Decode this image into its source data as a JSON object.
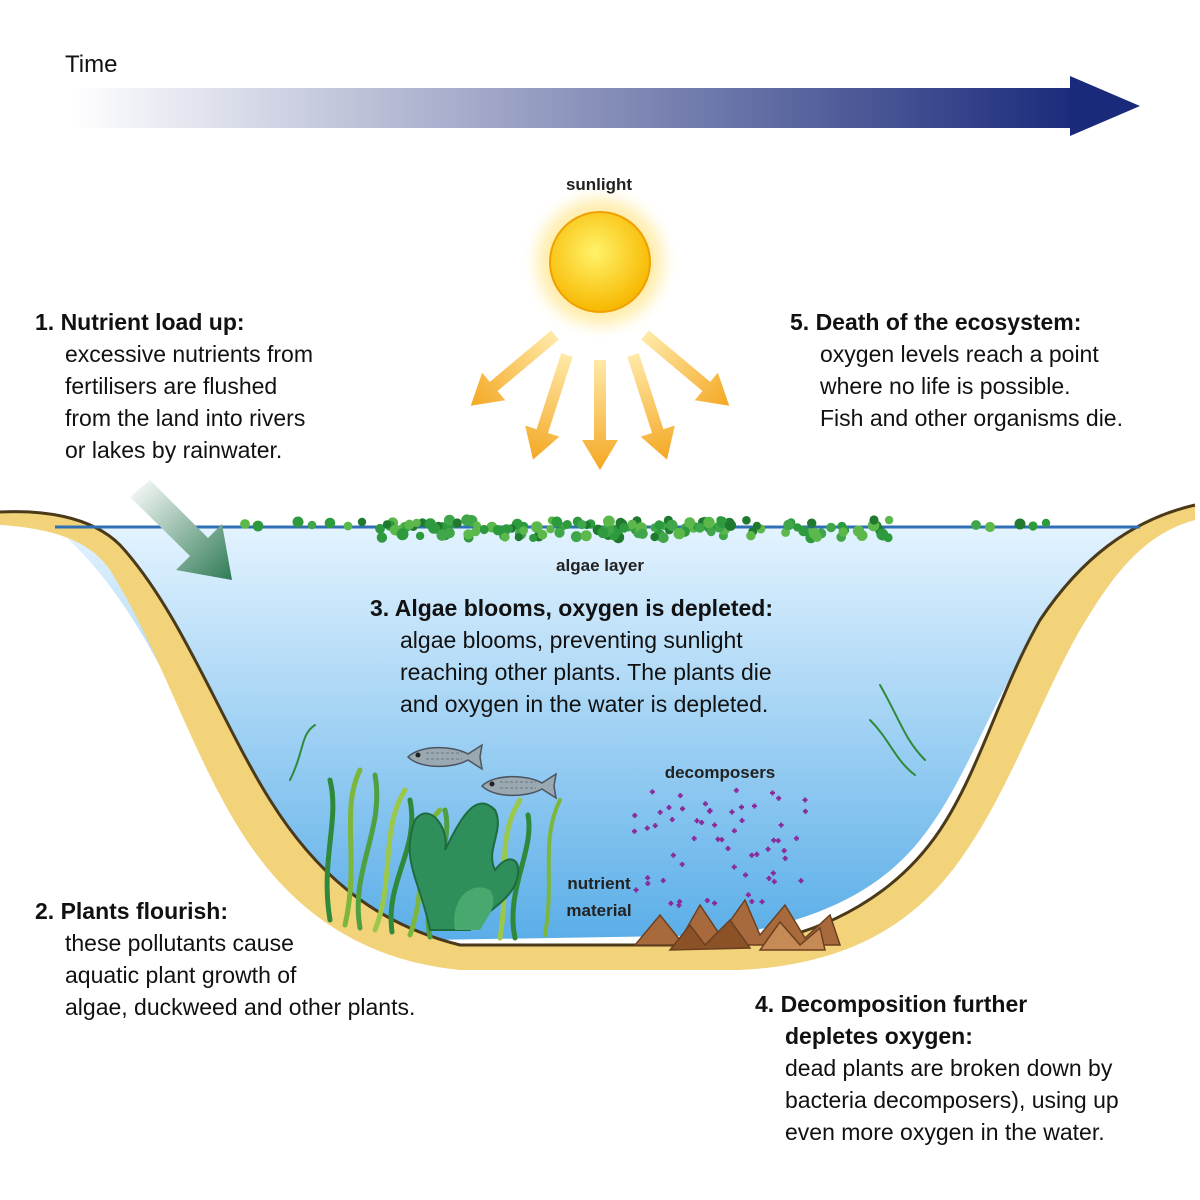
{
  "time_label": "Time",
  "sun_label": "sunlight",
  "algae_layer_label": "algae layer",
  "decomposers_label": "decomposers",
  "nutrient_label_line1": "nutrient",
  "nutrient_label_line2": "material",
  "steps": [
    {
      "heading": "1. Nutrient load up:",
      "lines": [
        "excessive nutrients from",
        "fertilisers are flushed",
        "from the land into rivers",
        "or lakes by rainwater."
      ]
    },
    {
      "heading": "2. Plants flourish:",
      "lines": [
        "these pollutants cause",
        "aquatic plant growth of",
        "algae, duckweed and other plants."
      ]
    },
    {
      "heading": "3. Algae blooms, oxygen is depleted:",
      "lines": [
        "algae blooms, preventing sunlight",
        "reaching other plants. The plants die",
        "and oxygen in the water is depleted."
      ]
    },
    {
      "heading_lines": [
        "4. Decomposition further",
        "depletes oxygen:"
      ],
      "lines": [
        "dead plants are broken down by",
        "bacteria decomposers), using up",
        "even more oxygen in the water."
      ]
    },
    {
      "heading": "5. Death of the ecosystem:",
      "lines": [
        "oxygen levels reach a point",
        "where no life is possible.",
        "Fish and other organisms die."
      ]
    }
  ],
  "colors": {
    "time_arrow": "#1a2a7a",
    "water_top": "#dcefff",
    "water_bottom": "#5aaee8",
    "sand": "#f3d37a",
    "sun": "#ffd21a",
    "sun_rays": "#f7b531",
    "algae": "#2e9a3e",
    "decomposers": "#8a2a9a",
    "inflow_arrow": "#2f7a55",
    "debris": "#a86a3c"
  }
}
